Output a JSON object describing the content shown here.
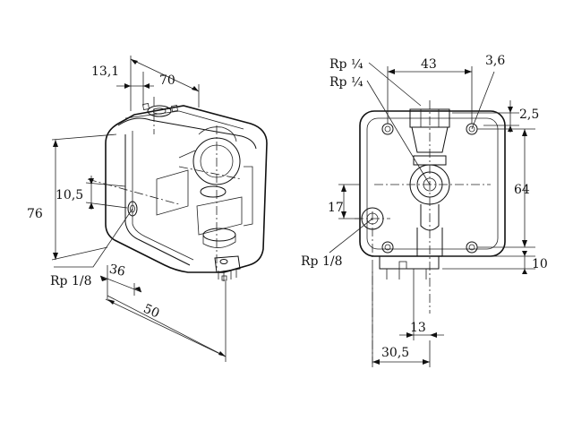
{
  "iso_view": {
    "dim_top_offset": "13,1",
    "dim_top_width": "70",
    "dim_port_height": "10,5",
    "dim_total_height": "76",
    "dim_port_depth": "36",
    "dim_total_depth": "50",
    "port_label": "Rp 1/8"
  },
  "front_view": {
    "top_port_label_1": "Rp ¼",
    "top_port_label_2": "Rp ¼",
    "dim_hole_spacing": "43",
    "dim_hole_diameter": "3,6",
    "dim_top_offset": "2,5",
    "dim_hole_vertical": "64",
    "dim_side_port": "17",
    "side_port_label": "Rp 1/8",
    "dim_bottom": "10",
    "dim_connector": "13",
    "dim_width": "30,5"
  }
}
